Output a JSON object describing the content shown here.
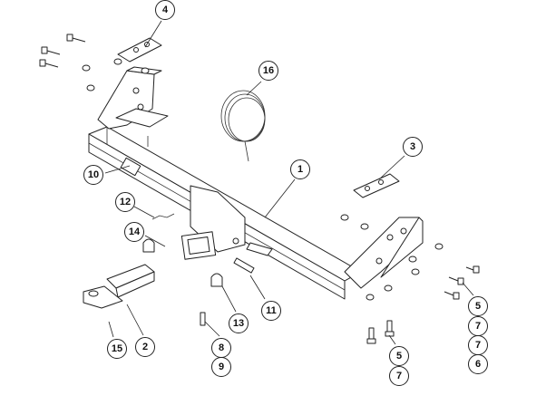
{
  "diagram": {
    "type": "exploded-parts-drawing",
    "callouts": {
      "c4": "4",
      "c16": "16",
      "c3": "3",
      "c1": "1",
      "c10": "10",
      "c12": "12",
      "c14": "14",
      "c11": "11",
      "c13": "13",
      "c2": "2",
      "c15": "15",
      "c8": "8",
      "c9": "9",
      "r5": "5",
      "r7a": "7",
      "r7b": "7",
      "r6": "6",
      "l5": "5",
      "l7": "7"
    }
  }
}
